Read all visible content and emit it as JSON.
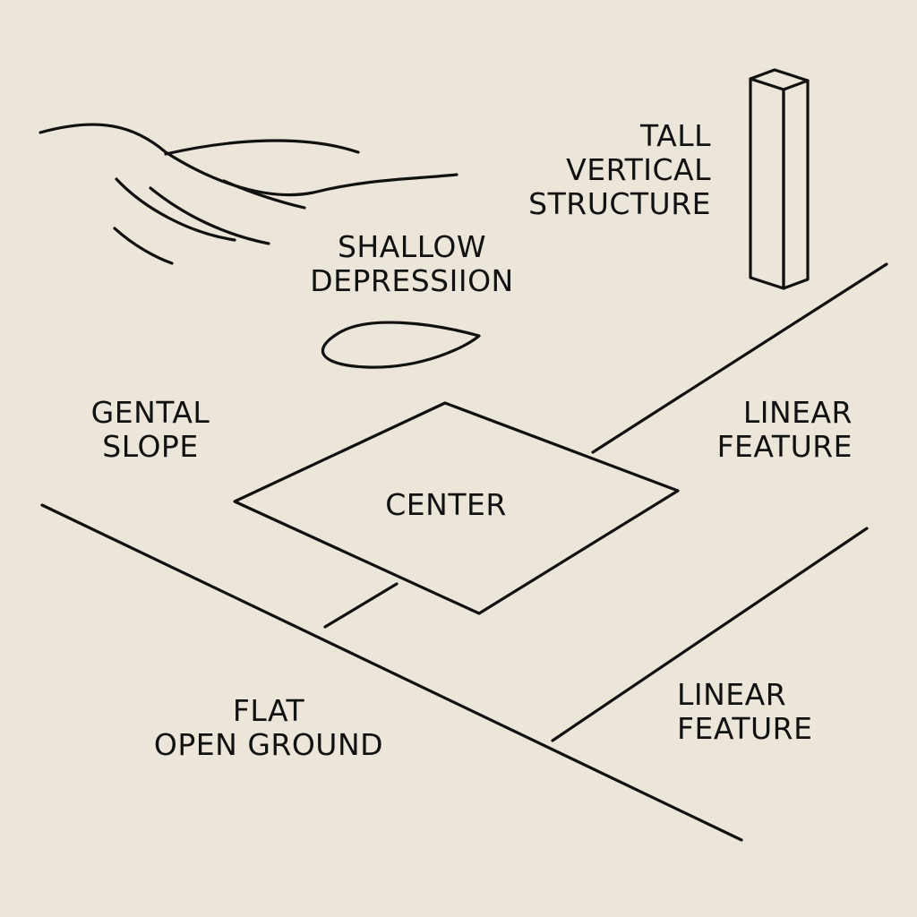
{
  "labels": {
    "tall_vertical_structure": [
      "TALL",
      "VERTICAL",
      "STRUCTURE"
    ],
    "shallow_depression": [
      "SHALLOW",
      "DEPRESSIION"
    ],
    "gentle_slope": [
      "GENTAL",
      "SLOPE"
    ],
    "linear_feature_upper": [
      "LINEAR",
      "FEATURE"
    ],
    "center": "CENTER",
    "flat_open_ground": [
      "FLAT",
      "OPEN GROUND"
    ],
    "linear_feature_lower": [
      "LINEAR",
      "FEATURE"
    ]
  },
  "colors": {
    "background": "#ece5d9",
    "ink": "#111111"
  }
}
